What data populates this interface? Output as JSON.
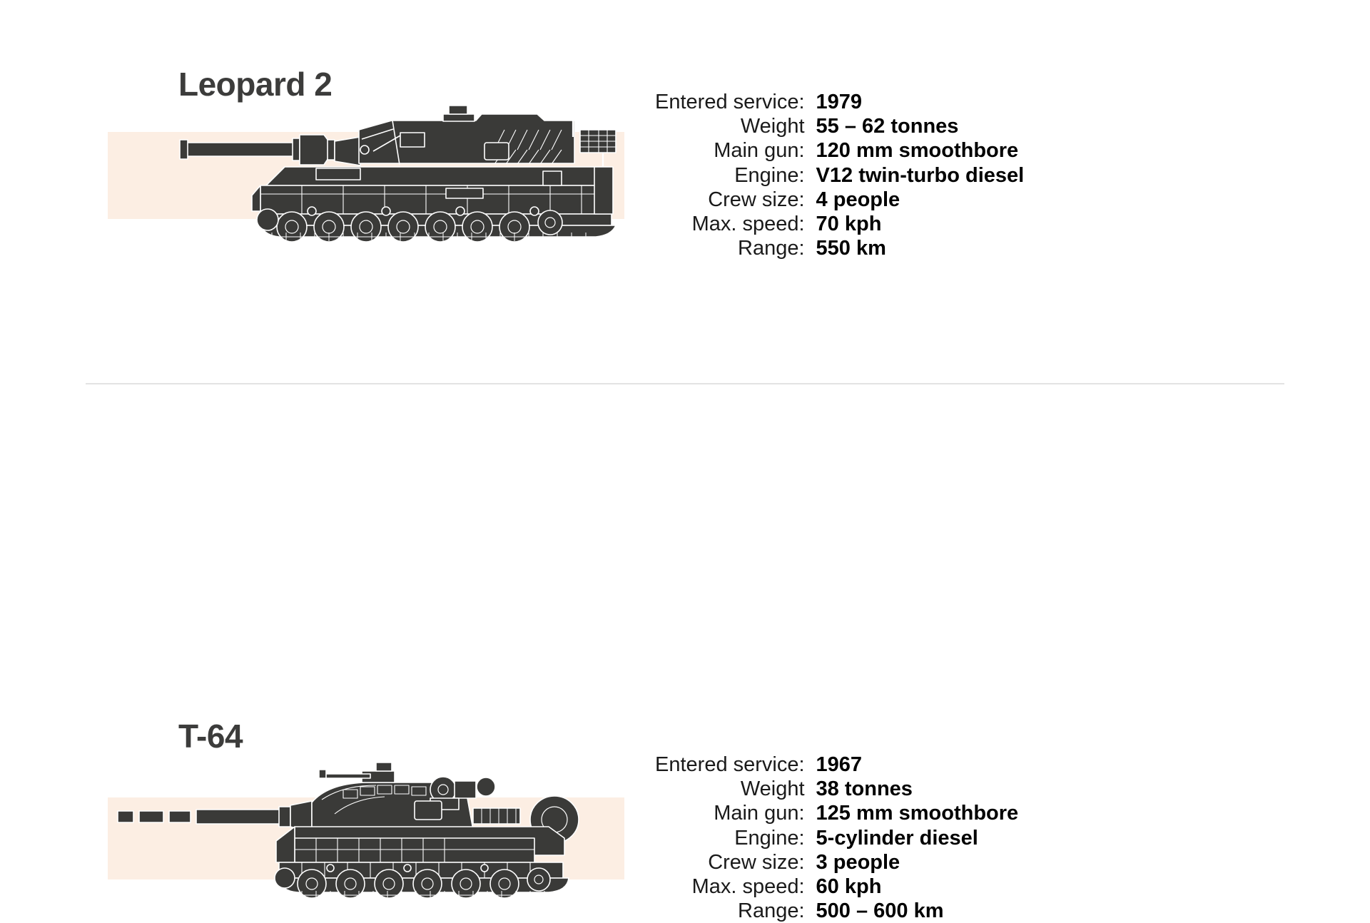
{
  "colors": {
    "background": "#ffffff",
    "band_beige": "#FCEEE3",
    "tank_body": "#3A3A38",
    "tank_outline": "#ffffff",
    "divider": "#e3e3e3",
    "heading_text": "#3c3c3b",
    "flag_de_black": "#000000",
    "flag_de_red": "#DD0000",
    "flag_de_gold": "#FFCE00",
    "flag_ua_blue": "#0057B7",
    "flag_ua_yellow": "#FFD700"
  },
  "spec_labels": {
    "entered_service": "Entered service:",
    "weight": "Weight",
    "main_gun": "Main gun:",
    "engine": "Engine:",
    "crew_size": "Crew size:",
    "max_speed": "Max. speed:",
    "range": "Range:"
  },
  "panels": [
    {
      "id": "leopard",
      "name": "Leopard 2",
      "flag": "germany-flag-icon",
      "illustration": "leopard-2-tank-illustration",
      "specs": [
        {
          "label": "Entered service:",
          "value": "1979"
        },
        {
          "label": "Weight",
          "value": "55 – 62 tonnes"
        },
        {
          "label": "Main gun:",
          "value": "120 mm smoothbore"
        },
        {
          "label": "Engine:",
          "value": "V12 twin-turbo diesel"
        },
        {
          "label": "Crew size:",
          "value": "4 people"
        },
        {
          "label": "Max. speed:",
          "value": "70 kph"
        },
        {
          "label": "Range:",
          "value": "550 km"
        }
      ]
    },
    {
      "id": "t64",
      "name": "T-64",
      "flag": "ukraine-flag-icon",
      "illustration": "t-64-tank-illustration",
      "specs": [
        {
          "label": "Entered service:",
          "value": "1967"
        },
        {
          "label": "Weight",
          "value": "38 tonnes"
        },
        {
          "label": "Main gun:",
          "value": "125 mm smoothbore"
        },
        {
          "label": "Engine:",
          "value": "5-cylinder diesel"
        },
        {
          "label": "Crew size:",
          "value": "3 people"
        },
        {
          "label": "Max. speed:",
          "value": "60 kph"
        },
        {
          "label": "Range:",
          "value": "500 – 600 km"
        }
      ]
    }
  ]
}
